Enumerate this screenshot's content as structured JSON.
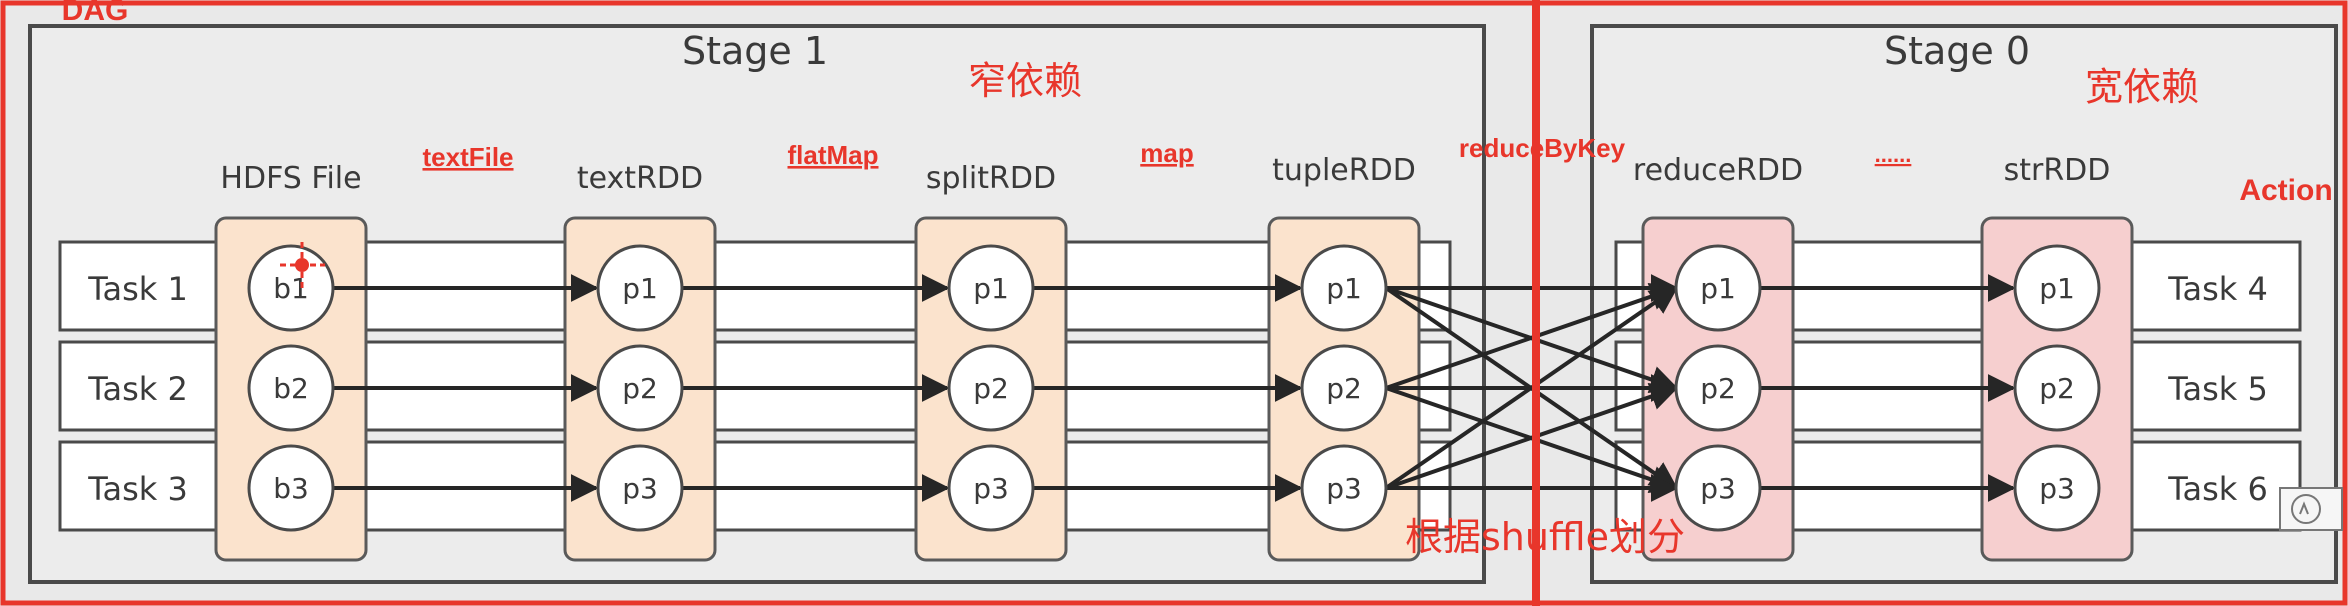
{
  "annotations": {
    "dag_label": "DAG",
    "narrow_dependency": "窄依赖",
    "wide_dependency": "宽依赖",
    "shuffle_split": "根据shuffle划分",
    "action": "Action"
  },
  "stages": [
    {
      "title": "Stage 1"
    },
    {
      "title": "Stage 0"
    }
  ],
  "tasks": {
    "left": [
      "Task 1",
      "Task 2",
      "Task 3"
    ],
    "right": [
      "Task 4",
      "Task 5",
      "Task 6"
    ]
  },
  "rdds": [
    {
      "name": "HDFS File",
      "partitions": [
        "b1",
        "b2",
        "b3"
      ],
      "style": "narrow"
    },
    {
      "name": "textRDD",
      "partitions": [
        "p1",
        "p2",
        "p3"
      ],
      "style": "narrow"
    },
    {
      "name": "splitRDD",
      "partitions": [
        "p1",
        "p2",
        "p3"
      ],
      "style": "narrow"
    },
    {
      "name": "tupleRDD",
      "partitions": [
        "p1",
        "p2",
        "p3"
      ],
      "style": "narrow"
    },
    {
      "name": "reduceRDD",
      "partitions": [
        "p1",
        "p2",
        "p3"
      ],
      "style": "wide"
    },
    {
      "name": "strRDD",
      "partitions": [
        "p1",
        "p2",
        "p3"
      ],
      "style": "wide"
    }
  ],
  "operations": [
    "textFile",
    "flatMap",
    "map",
    "reduceByKey",
    "......"
  ],
  "colors": {
    "red": "#e8362b",
    "narrow_fill": "#fbe3cd",
    "wide_fill": "#f6cfcf",
    "arrow": "#262626",
    "frame": "#4a4a4a"
  }
}
